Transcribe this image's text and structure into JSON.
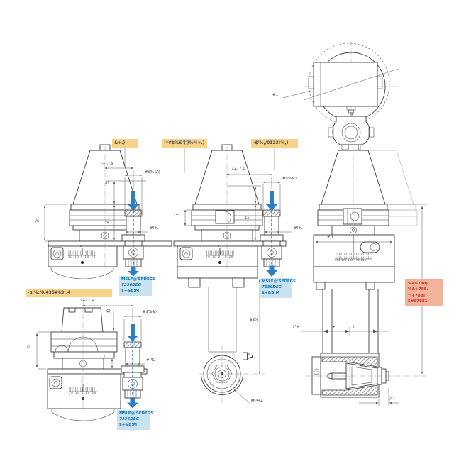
{
  "palette": {
    "accent_blue": "#2e7ec6",
    "badge_bg": "#f7d38a",
    "badge_text": "#4a4a4a",
    "spec_bg": "#c9e2f0",
    "spec_text": "#1877ae",
    "note_bg": "#f3b29c",
    "note_text": "#c03616",
    "line": "#3d3d3d"
  },
  "badges": {
    "a": "&+.)",
    "b": "!*#$%&'(')%*!+.)",
    "c": "-$'%,/0123!%,)",
    "d": "-$'%,/0/435#63!.4"
  },
  "spec_box": {
    "line1": "M5LF@'5FDEG5",
    "line2": "7336DEG",
    "line3": "$+&B:M"
  },
  "note_box": {
    "line1": "%#6788)",
    "line2": "%&+788.",
    "line3": "*!+788)",
    "line4": "5#67881"
  },
  "dims": {
    "gauge_offset": "(+-.\".$",
    "cart_width": "#$%&'(",
    "cart_dia": "#!%",
    "gauge_a": "$!",
    "height_a": "/$",
    "neck_a": "!$",
    "len_b": "!",
    "flange_b": "!+",
    "stick_b": "$+",
    "arm_b": "$$%",
    "thread_b": "M!**+",
    "gauge_d": "$)",
    "height_d": "/!",
    "neck_d": "!!",
    "body_c": "#,)",
    "off_left_c": "/*+",
    "off_mid_c": "+,",
    "off_right_c": "))",
    "nose_c": "/*+",
    "top_note": "#,."
  },
  "scales": {
    "front": "20 10 0 10 20",
    "side": "160 170 180 170 160",
    "zero": "0"
  }
}
